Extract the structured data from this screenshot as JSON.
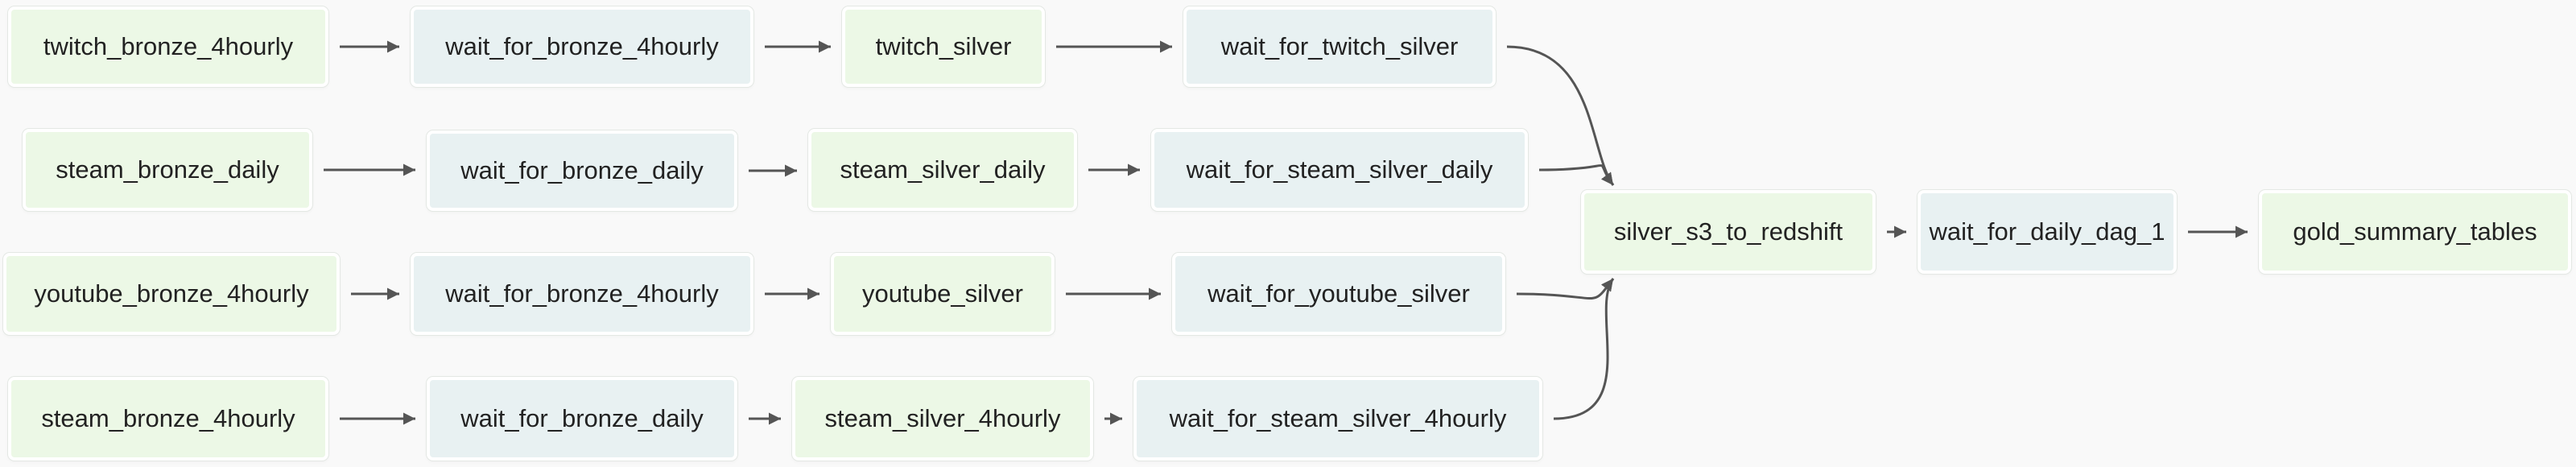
{
  "diagram": {
    "colors": {
      "task_fill": "#ecf8e6",
      "sensor_fill": "#e8f1f2",
      "edge": "#555555",
      "background": "#f9f9f9"
    },
    "nodes": [
      {
        "id": "twitch_bronze_4hourly",
        "label": "twitch_bronze_4hourly",
        "kind": "task"
      },
      {
        "id": "wait_for_bronze_4hourly_1",
        "label": "wait_for_bronze_4hourly",
        "kind": "sensor"
      },
      {
        "id": "twitch_silver",
        "label": "twitch_silver",
        "kind": "task"
      },
      {
        "id": "wait_for_twitch_silver",
        "label": "wait_for_twitch_silver",
        "kind": "sensor"
      },
      {
        "id": "steam_bronze_daily",
        "label": "steam_bronze_daily",
        "kind": "task"
      },
      {
        "id": "wait_for_bronze_daily_1",
        "label": "wait_for_bronze_daily",
        "kind": "sensor"
      },
      {
        "id": "steam_silver_daily",
        "label": "steam_silver_daily",
        "kind": "task"
      },
      {
        "id": "wait_for_steam_silver_daily",
        "label": "wait_for_steam_silver_daily",
        "kind": "sensor"
      },
      {
        "id": "youtube_bronze_4hourly",
        "label": "youtube_bronze_4hourly",
        "kind": "task"
      },
      {
        "id": "wait_for_bronze_4hourly_2",
        "label": "wait_for_bronze_4hourly",
        "kind": "sensor"
      },
      {
        "id": "youtube_silver",
        "label": "youtube_silver",
        "kind": "task"
      },
      {
        "id": "wait_for_youtube_silver",
        "label": "wait_for_youtube_silver",
        "kind": "sensor"
      },
      {
        "id": "steam_bronze_4hourly",
        "label": "steam_bronze_4hourly",
        "kind": "task"
      },
      {
        "id": "wait_for_bronze_daily_2",
        "label": "wait_for_bronze_daily",
        "kind": "sensor"
      },
      {
        "id": "steam_silver_4hourly",
        "label": "steam_silver_4hourly",
        "kind": "task"
      },
      {
        "id": "wait_for_steam_silver_4hourly",
        "label": "wait_for_steam_silver_4hourly",
        "kind": "sensor"
      },
      {
        "id": "silver_s3_to_redshift",
        "label": "silver_s3_to_redshift",
        "kind": "task"
      },
      {
        "id": "wait_for_daily_dag_1",
        "label": "wait_for_daily_dag_1",
        "kind": "sensor"
      },
      {
        "id": "gold_summary_tables",
        "label": "gold_summary_tables",
        "kind": "task"
      }
    ],
    "edges": [
      [
        "twitch_bronze_4hourly",
        "wait_for_bronze_4hourly_1"
      ],
      [
        "wait_for_bronze_4hourly_1",
        "twitch_silver"
      ],
      [
        "twitch_silver",
        "wait_for_twitch_silver"
      ],
      [
        "wait_for_twitch_silver",
        "silver_s3_to_redshift"
      ],
      [
        "steam_bronze_daily",
        "wait_for_bronze_daily_1"
      ],
      [
        "wait_for_bronze_daily_1",
        "steam_silver_daily"
      ],
      [
        "steam_silver_daily",
        "wait_for_steam_silver_daily"
      ],
      [
        "wait_for_steam_silver_daily",
        "silver_s3_to_redshift"
      ],
      [
        "youtube_bronze_4hourly",
        "wait_for_bronze_4hourly_2"
      ],
      [
        "wait_for_bronze_4hourly_2",
        "youtube_silver"
      ],
      [
        "youtube_silver",
        "wait_for_youtube_silver"
      ],
      [
        "wait_for_youtube_silver",
        "silver_s3_to_redshift"
      ],
      [
        "steam_bronze_4hourly",
        "wait_for_bronze_daily_2"
      ],
      [
        "wait_for_bronze_daily_2",
        "steam_silver_4hourly"
      ],
      [
        "steam_silver_4hourly",
        "wait_for_steam_silver_4hourly"
      ],
      [
        "wait_for_steam_silver_4hourly",
        "silver_s3_to_redshift"
      ],
      [
        "silver_s3_to_redshift",
        "wait_for_daily_dag_1"
      ],
      [
        "wait_for_daily_dag_1",
        "gold_summary_tables"
      ]
    ]
  }
}
